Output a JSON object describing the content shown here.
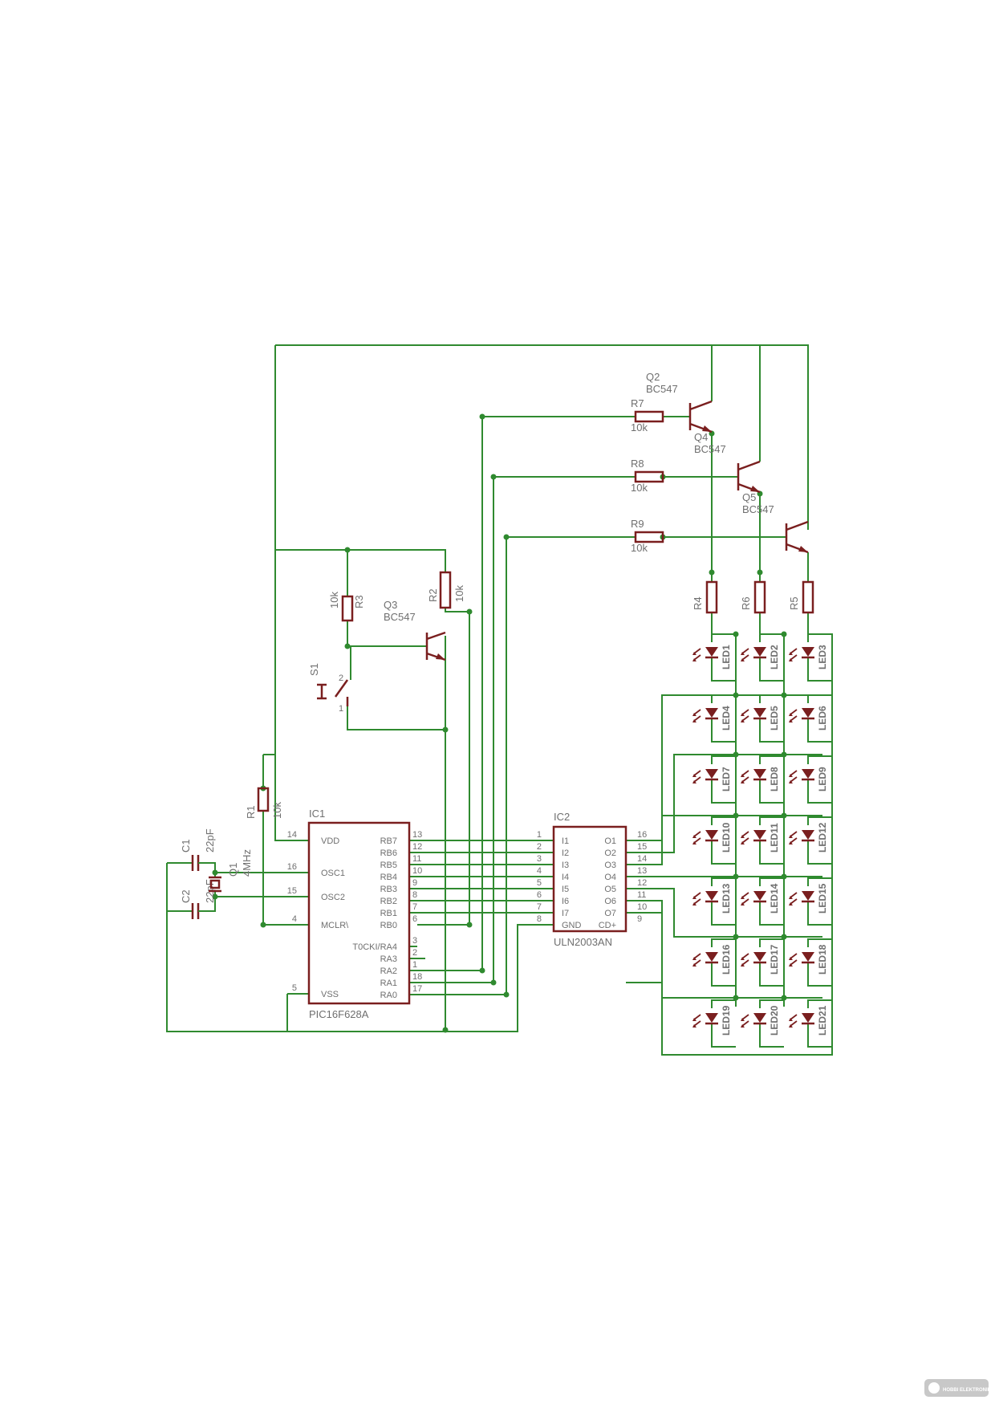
{
  "ic1": {
    "ref": "IC1",
    "part": "PIC16F628A",
    "left_pins": [
      {
        "name": "VDD",
        "num": "14"
      },
      {
        "name": "OSC1",
        "num": "16"
      },
      {
        "name": "OSC2",
        "num": "15"
      },
      {
        "name": "MCLR\\",
        "num": "4"
      },
      {
        "name": "VSS",
        "num": "5"
      }
    ],
    "right_pins": [
      {
        "name": "RB7",
        "num": "13"
      },
      {
        "name": "RB6",
        "num": "12"
      },
      {
        "name": "RB5",
        "num": "11"
      },
      {
        "name": "RB4",
        "num": "10"
      },
      {
        "name": "RB3",
        "num": "9"
      },
      {
        "name": "RB2",
        "num": "8"
      },
      {
        "name": "RB1",
        "num": "7"
      },
      {
        "name": "RB0",
        "num": "6"
      },
      {
        "name": "T0CKI/RA4",
        "num": "3"
      },
      {
        "name": "RA3",
        "num": "2"
      },
      {
        "name": "RA2",
        "num": "1"
      },
      {
        "name": "RA1",
        "num": "18"
      },
      {
        "name": "RA0",
        "num": "17"
      }
    ]
  },
  "ic2": {
    "ref": "IC2",
    "part": "ULN2003AN",
    "left_pins": [
      {
        "name": "I1",
        "num": "1"
      },
      {
        "name": "I2",
        "num": "2"
      },
      {
        "name": "I3",
        "num": "3"
      },
      {
        "name": "I4",
        "num": "4"
      },
      {
        "name": "I5",
        "num": "5"
      },
      {
        "name": "I6",
        "num": "6"
      },
      {
        "name": "I7",
        "num": "7"
      },
      {
        "name": "GND",
        "num": "8"
      }
    ],
    "right_pins": [
      {
        "name": "O1",
        "num": "16"
      },
      {
        "name": "O2",
        "num": "15"
      },
      {
        "name": "O3",
        "num": "14"
      },
      {
        "name": "O4",
        "num": "13"
      },
      {
        "name": "O5",
        "num": "12"
      },
      {
        "name": "O6",
        "num": "11"
      },
      {
        "name": "O7",
        "num": "10"
      },
      {
        "name": "CD+",
        "num": "9"
      }
    ]
  },
  "resistors": {
    "R1": {
      "ref": "R1",
      "value": "10k"
    },
    "R2": {
      "ref": "R2",
      "value": "10k"
    },
    "R3": {
      "ref": "R3",
      "value": "10k"
    },
    "R4": {
      "ref": "R4",
      "value": ""
    },
    "R5": {
      "ref": "R5",
      "value": ""
    },
    "R6": {
      "ref": "R6",
      "value": ""
    },
    "R7": {
      "ref": "R7",
      "value": "10k"
    },
    "R8": {
      "ref": "R8",
      "value": "10k"
    },
    "R9": {
      "ref": "R9",
      "value": "10k"
    }
  },
  "transistors": {
    "Q2": {
      "ref": "Q2",
      "type": "BC547"
    },
    "Q3": {
      "ref": "Q3",
      "type": "BC547"
    },
    "Q4": {
      "ref": "Q4",
      "type": "BC547"
    },
    "Q5": {
      "ref": "Q5",
      "type": "BC547"
    }
  },
  "capacitors": {
    "C1": {
      "ref": "C1",
      "value": "22pF"
    },
    "C2": {
      "ref": "C2",
      "value": "22pF"
    }
  },
  "crystal": {
    "ref": "Q1",
    "value": "4MHz"
  },
  "switch": {
    "ref": "S1",
    "pin1": "1",
    "pin2": "2"
  },
  "leds": [
    "LED1",
    "LED2",
    "LED3",
    "LED4",
    "LED5",
    "LED6",
    "LED7",
    "LED8",
    "LED9",
    "LED10",
    "LED11",
    "LED12",
    "LED13",
    "LED14",
    "LED15",
    "LED16",
    "LED17",
    "LED18",
    "LED19",
    "LED20",
    "LED21"
  ],
  "watermark": "HOBBI ELEKTRONIKA",
  "colors": {
    "wire": "#2f8a2f",
    "part": "#7a1f1f",
    "text": "#6f6f6f"
  }
}
